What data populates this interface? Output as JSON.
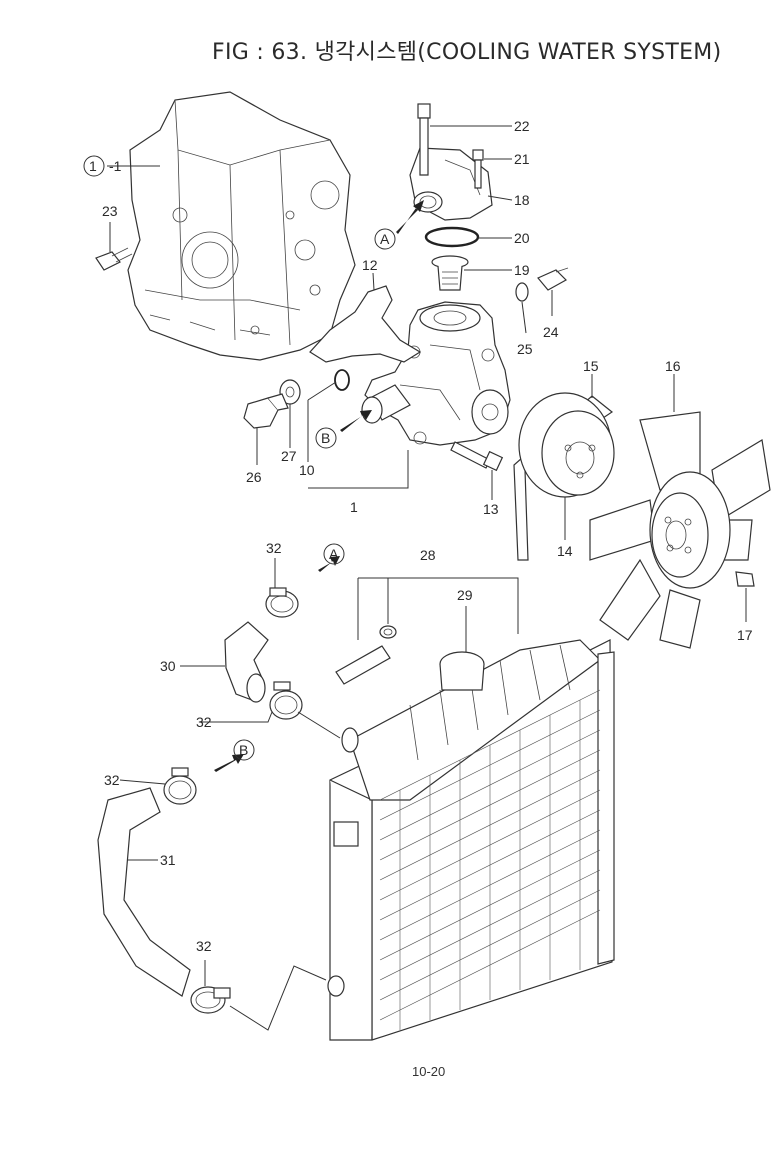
{
  "title": "FIG : 63. 냉각시스템(COOLING WATER SYSTEM)",
  "page_number": "10-20",
  "callouts": {
    "c1_1": "1 -1",
    "c1_1_circle": "1",
    "c1_1_tail": "-1",
    "c23": "23",
    "c22": "22",
    "c21": "21",
    "c18": "18",
    "cA_top": "A",
    "c20": "20",
    "c12": "12",
    "c19": "19",
    "c24": "24",
    "c25": "25",
    "c15": "15",
    "c16": "16",
    "c26": "26",
    "c27": "27",
    "c10": "10",
    "cB_mid": "B",
    "c1": "1",
    "c13": "13",
    "c14": "14",
    "c17": "17",
    "c32a": "32",
    "cA_low": "A",
    "c28": "28",
    "c29": "29",
    "c30": "30",
    "c32b": "32",
    "cB_low": "B",
    "c32c": "32",
    "c31": "31",
    "c32d": "32"
  }
}
